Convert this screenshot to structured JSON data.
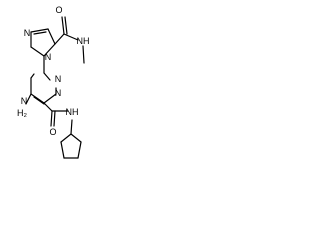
{
  "molecule": {
    "atoms": {
      "o1": "O",
      "nh_methyl": "NH",
      "n_imidazole": "N",
      "n_bridge": "N",
      "n_triazine_a": "N",
      "n_triazine_b": "N",
      "amine_n": "N",
      "amine_h2": "H₂",
      "o2": "O",
      "nh_amide": "NH"
    }
  }
}
